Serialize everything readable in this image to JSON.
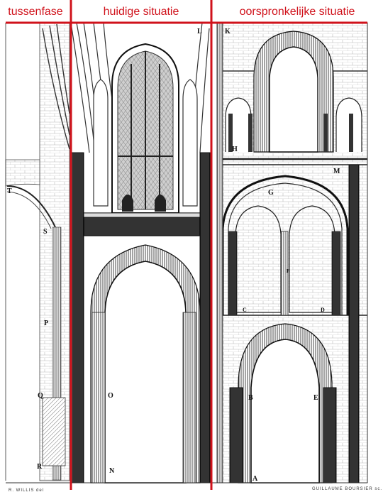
{
  "headers": {
    "phase_transition": "tussenfase",
    "current_situation": "huidige situatie",
    "original_situation": "oorspronkelijke situatie"
  },
  "letters": {
    "T": "T",
    "S": "S",
    "P": "P",
    "Q": "Q",
    "R": "R",
    "O": "O",
    "N": "N",
    "L": "L",
    "K": "K",
    "H": "H",
    "M": "M",
    "G": "G",
    "F": "F",
    "C": "C",
    "D": "D",
    "B": "B",
    "E": "E",
    "A": "A"
  },
  "credits": {
    "left": "R. WILLIS del",
    "right": "GUILLAUME BOURSIER sc."
  },
  "colors": {
    "divider_red": "#d0121b",
    "ink": "#1a1a1a",
    "paper": "#ffffff"
  }
}
